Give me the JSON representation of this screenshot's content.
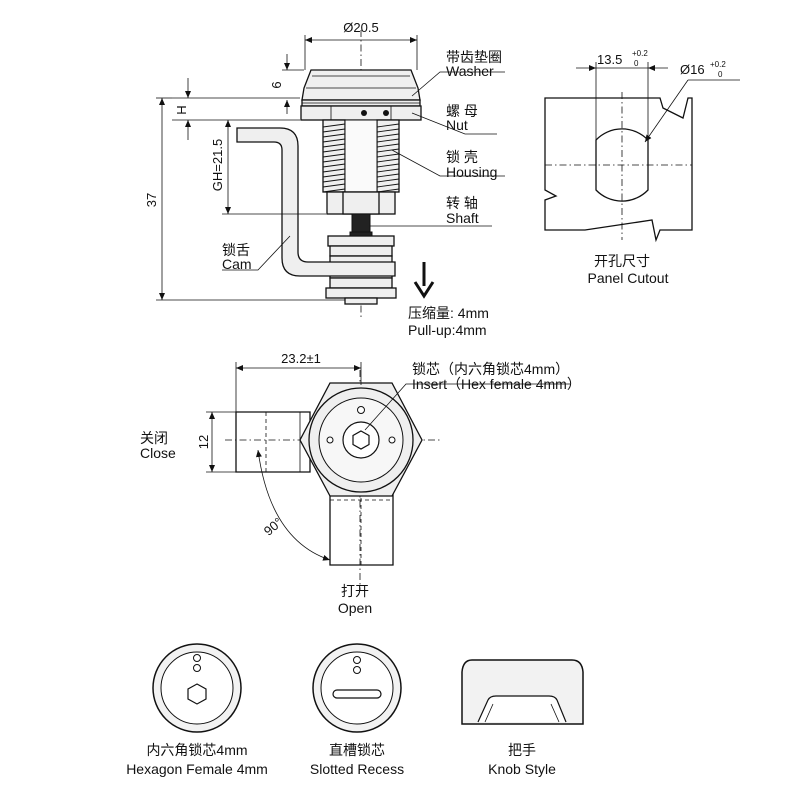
{
  "side_view": {
    "dim_diameter": "Ø20.5",
    "dim_washer_height": "6",
    "dim_nut_height": "H",
    "dim_grip": "GH=21.5",
    "dim_total_length": "37",
    "washer_cn": "带齿垫圈",
    "washer_en": "Washer",
    "nut_cn": "螺  母",
    "nut_en": "Nut",
    "housing_cn": "锁  壳",
    "housing_en": "Housing",
    "shaft_cn": "转  轴",
    "shaft_en": "Shaft",
    "cam_cn": "锁舌",
    "cam_en": "Cam",
    "pullup_cn": "压缩量:  4mm",
    "pullup_en": "Pull-up:4mm"
  },
  "panel_cutout": {
    "dim_width": "13.5",
    "dim_width_tol_upper": "+0.2",
    "dim_width_tol_lower": "0",
    "dim_diameter": "Ø16",
    "dim_diameter_tol_upper": "+0.2",
    "dim_diameter_tol_lower": "0",
    "title_cn": "开孔尺寸",
    "title_en": "Panel Cutout"
  },
  "front_view": {
    "dim_cam_length": "23.2±1",
    "dim_cam_width": "12",
    "angle": "90°",
    "insert_cn": "锁芯（内六角锁芯4mm）",
    "insert_en": "Insert（Hex female 4mm）",
    "close_cn": "关闭",
    "close_en": "Close",
    "open_cn": "打开",
    "open_en": "Open"
  },
  "variants": [
    {
      "name_cn": "内六角锁芯4mm",
      "name_en": "Hexagon Female 4mm",
      "icon": "hexagon-insert-icon"
    },
    {
      "name_cn": "直槽锁芯",
      "name_en": "Slotted Recess",
      "icon": "slot-insert-icon"
    },
    {
      "name_cn": "把手",
      "name_en": "Knob Style",
      "icon": "knob-handle-icon"
    }
  ]
}
